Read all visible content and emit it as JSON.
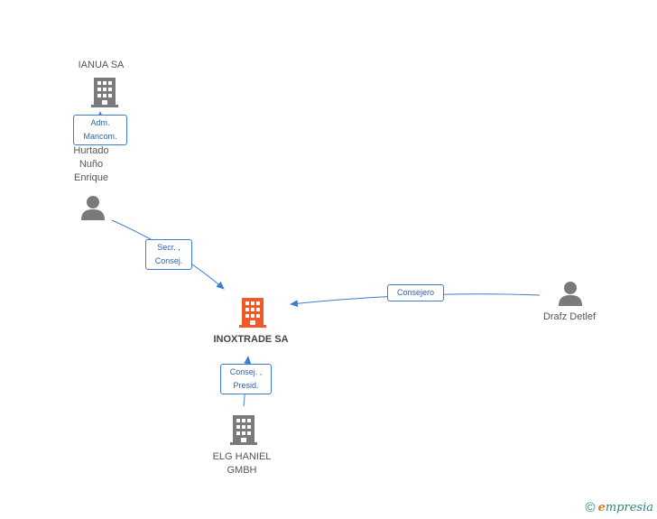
{
  "nodes": {
    "ianua": {
      "label": "IANUA SA",
      "kind": "company"
    },
    "hurtado": {
      "label": "Hurtado\nNuño\nEnrique",
      "kind": "person"
    },
    "inoxtrade": {
      "label": "INOXTRADE SA",
      "kind": "company-main"
    },
    "drafz": {
      "label": "Drafz Detlef",
      "kind": "person"
    },
    "elg": {
      "label": "ELG HANIEL\nGMBH",
      "kind": "company"
    }
  },
  "edges": {
    "hurtado_ianua": {
      "label": "Adm.\nMancom."
    },
    "hurtado_inoxtrade": {
      "label": "Secr. ,\nConsej."
    },
    "drafz_inoxtrade": {
      "label": "Consejero"
    },
    "elg_inoxtrade": {
      "label": "Consej. ,\nPresid."
    }
  },
  "colors": {
    "edge": "#3a7fd0",
    "company": "#7a7a7a",
    "main": "#f05a28",
    "person": "#7a7a7a"
  },
  "footer": {
    "copyright": "©",
    "brand_first": "e",
    "brand_rest": "mpresia"
  }
}
